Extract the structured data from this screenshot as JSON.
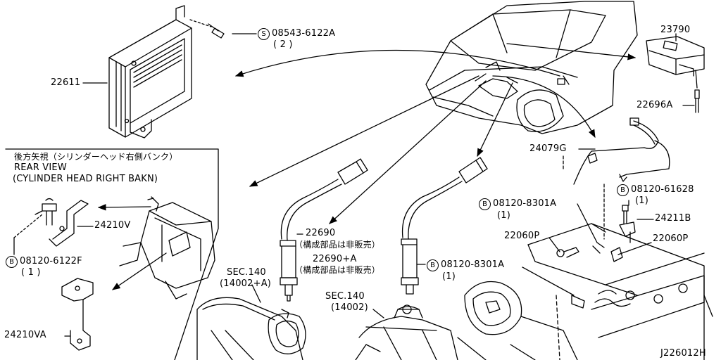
{
  "diagram": {
    "id_code": "J226012H",
    "rear_view": {
      "jp": "後方矢視（シリンダーヘッド右側バンク）",
      "en1": "REAR VIEW",
      "en2": "(CYLINDER HEAD RIGHT BAKN)"
    },
    "parts": {
      "p22611": "22611",
      "bolt_s_code": "08543-6122A",
      "bolt_s_qty": "( 2 )",
      "p23790": "23790",
      "p22696A": "22696A",
      "p24079G": "24079G",
      "bolt_b1_code": "08120-61628",
      "bolt_b1_qty": "(1)",
      "bolt_b2_code": "08120-8301A",
      "bolt_b2_qty": "(1)",
      "p24211B": "24211B",
      "p22060P_left": "22060P",
      "p22060P_right": "22060P",
      "bolt_b3_code": "08120-8301A",
      "bolt_b3_qty": "(1)",
      "p22690": "22690",
      "p22690_note": "（構成部品は非販売）",
      "p22690A": "22690+A",
      "p22690A_note": "（構成部品は非販売）",
      "sec140_a": "SEC.140",
      "sec140_a_ref": "(14002+A)",
      "sec140_b": "SEC.140",
      "sec140_b_ref": "(14002)",
      "p24210V": "24210V",
      "bolt_b4_code": "08120-6122F",
      "bolt_b4_qty": "( 1 )",
      "p24210VA": "24210VA"
    },
    "symbols": {
      "s": "S",
      "b": "B"
    }
  }
}
